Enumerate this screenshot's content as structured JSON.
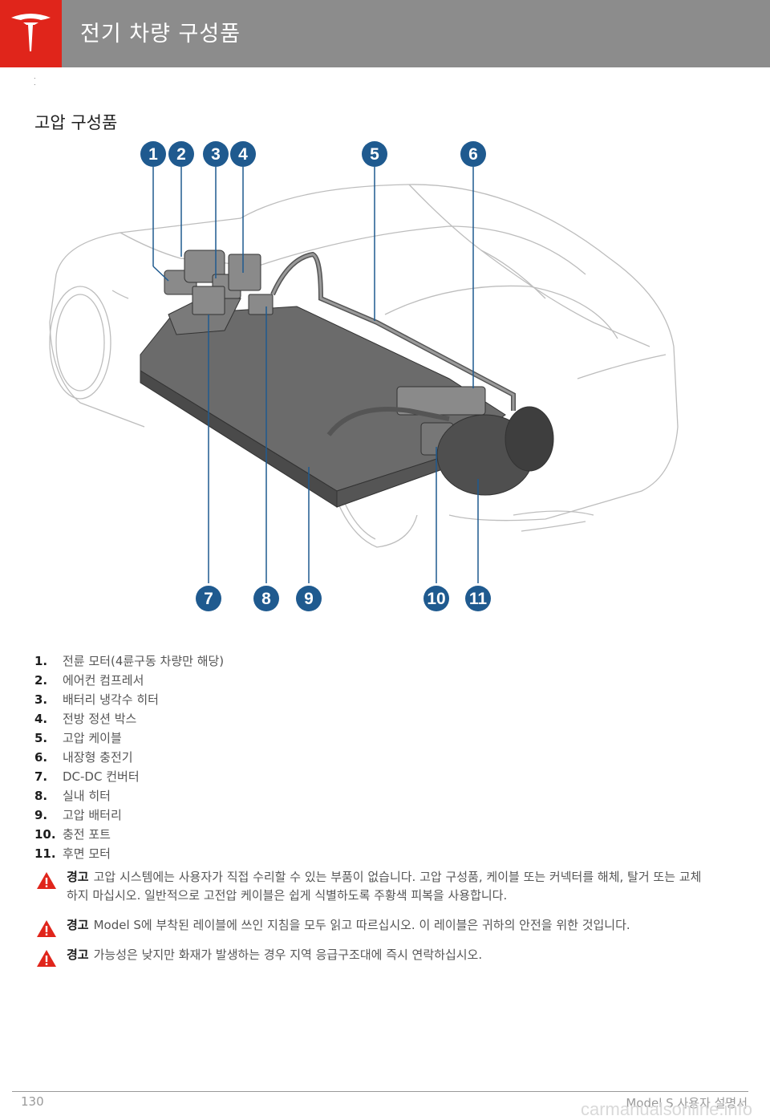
{
  "header": {
    "title": "전기 차량 구성품",
    "logo_icon": "tesla-logo-icon",
    "accent": "#e0251b",
    "bar_color": "#8c8c8c"
  },
  "section": {
    "title": "고압 구성품"
  },
  "diagram": {
    "callout_color": "#1f5a8f",
    "top_callouts": [
      "1",
      "2",
      "3",
      "4",
      "5",
      "6"
    ],
    "bottom_callouts": [
      "7",
      "8",
      "9",
      "10",
      "11"
    ]
  },
  "components": [
    {
      "num": "1.",
      "label": "전륜 모터(4륜구동 차량만 해당)"
    },
    {
      "num": "2.",
      "label": "에어컨 컴프레서"
    },
    {
      "num": "3.",
      "label": "배터리 냉각수 히터"
    },
    {
      "num": "4.",
      "label": "전방 정션 박스"
    },
    {
      "num": "5.",
      "label": "고압 케이블"
    },
    {
      "num": "6.",
      "label": "내장형 충전기"
    },
    {
      "num": "7.",
      "label": "DC-DC 컨버터"
    },
    {
      "num": "8.",
      "label": "실내 히터"
    },
    {
      "num": "9.",
      "label": "고압 배터리"
    },
    {
      "num": "10.",
      "label": "충전 포트"
    },
    {
      "num": "11.",
      "label": "후면 모터"
    }
  ],
  "warnings": [
    {
      "label": "경고",
      "text": "고압 시스템에는 사용자가 직접 수리할 수 있는 부품이 없습니다. 고압 구성품, 케이블 또는 커넥터를 해체, 탈거 또는 교체하지 마십시오. 일반적으로 고전압 케이블은 쉽게 식별하도록 주황색 피복을 사용합니다."
    },
    {
      "label": "경고",
      "text": "Model S에 부착된 레이블에 쓰인 지침을 모두 읽고 따르십시오. 이 레이블은 귀하의 안전을 위한 것입니다."
    },
    {
      "label": "경고",
      "text": "가능성은 낮지만 화재가 발생하는 경우 지역 응급구조대에 즉시 연락하십시오."
    }
  ],
  "footer": {
    "page": "130",
    "manual": "Model S 사용자 설명서"
  },
  "watermark": "carmanualsonline.info"
}
